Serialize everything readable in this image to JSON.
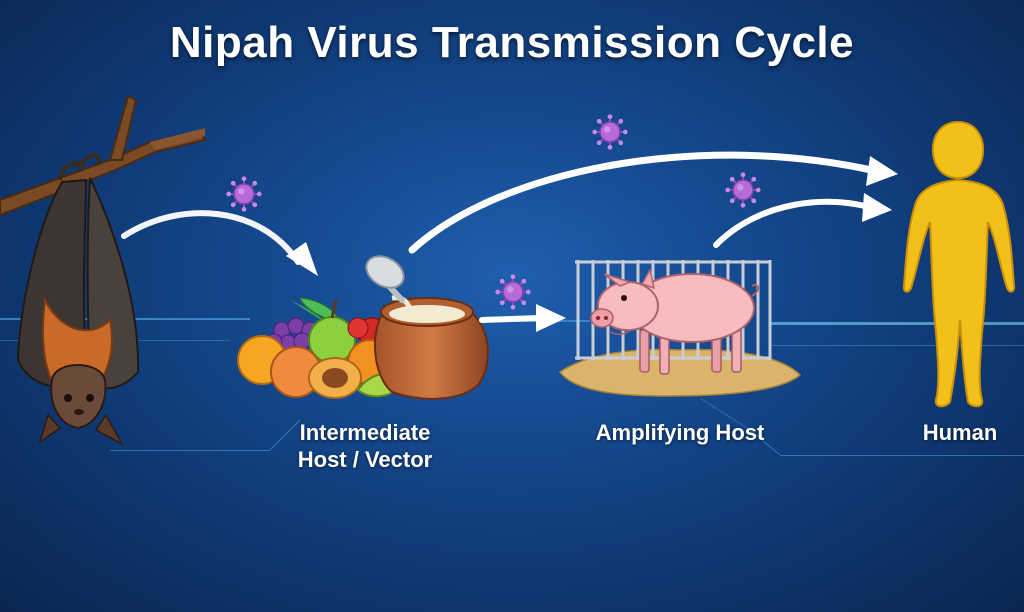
{
  "title": "Nipah Virus Transmission Cycle",
  "stages": {
    "reservoir": {
      "icon": "fruit-bat-icon"
    },
    "intermediate": {
      "label_line1": "Intermediate",
      "label_line2": "Host / Vector",
      "icons": [
        "fruit-pile-icon",
        "sap-pot-icon"
      ]
    },
    "amplifying": {
      "label": "Amplifying Host",
      "icons": [
        "pig-icon",
        "cage-icon"
      ]
    },
    "human": {
      "label": "Human",
      "icon": "human-silhouette-icon"
    }
  },
  "colors": {
    "background": "#164b91",
    "arrow": "#ffffff",
    "virus": "#b56cd6",
    "human": "#f2c019",
    "glow_line": "#5fc8ff"
  }
}
